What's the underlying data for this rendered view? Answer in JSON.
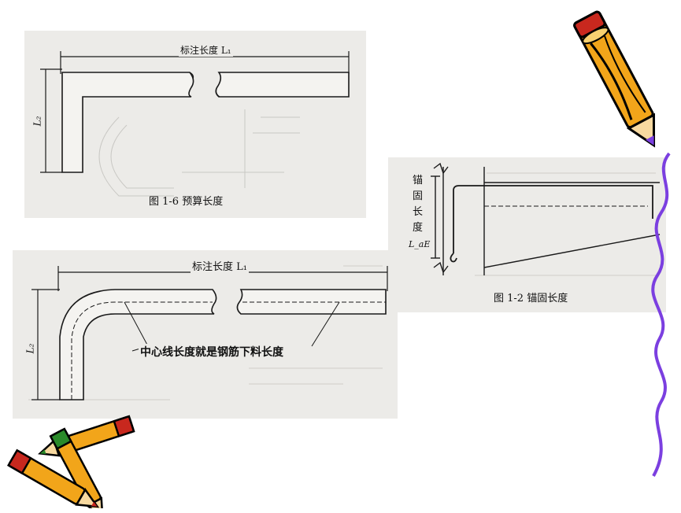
{
  "figures": {
    "fig1": {
      "dimension_top": "标注长度 L₁",
      "dimension_left": "L₂",
      "caption": "图 1-6   预算长度"
    },
    "fig2": {
      "dimension_top": "标注长度 L₁",
      "dimension_left": "L₂",
      "annotation": "中心线长度就是钢筋下料长度"
    },
    "fig3": {
      "side_label": "锚固长度",
      "side_symbol": "L_aE",
      "caption": "图 1-2   锚固长度"
    }
  },
  "colors": {
    "scan_bg": "#ecebe8",
    "ink": "#1a1a1a",
    "pencil_body": "#f2a51a",
    "pencil_dark": "#c8281e",
    "squiggle": "#7b3fe0"
  },
  "icons": [
    "pencil-icon-top-right",
    "pencils-icon-bottom-left"
  ]
}
